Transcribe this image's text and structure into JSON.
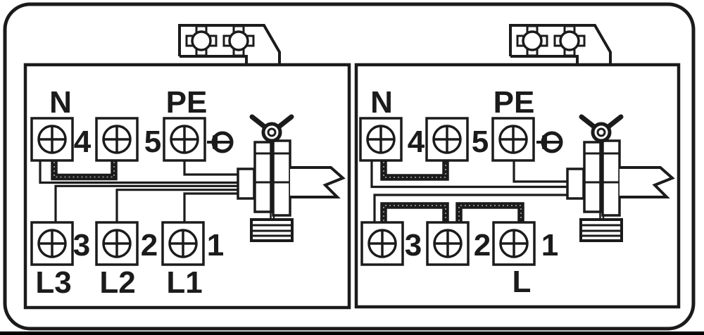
{
  "colors": {
    "line": "#1b1b1b",
    "background": "#ffffff",
    "bottom_bar": "#000000"
  },
  "left_panel": {
    "n": "N",
    "pe": "PE",
    "t4": "4",
    "t5": "5",
    "t3": "3",
    "t2": "2",
    "t1": "1",
    "l3": "L3",
    "l2": "L2",
    "l1": "L1"
  },
  "right_panel": {
    "n": "N",
    "pe": "PE",
    "t4": "4",
    "t5": "5",
    "t3": "3",
    "t2": "2",
    "t1": "1",
    "l": "L"
  },
  "icons": {
    "terminal_screw": "plus-in-circle screw head in square terminal",
    "earth_screw": "side-view screw at earth point",
    "burner": "cooking-zone circle with four clamp tabs",
    "wing_nut": "wing nut on cable clamp screw",
    "cable_break": "supply cable with zigzag break"
  }
}
